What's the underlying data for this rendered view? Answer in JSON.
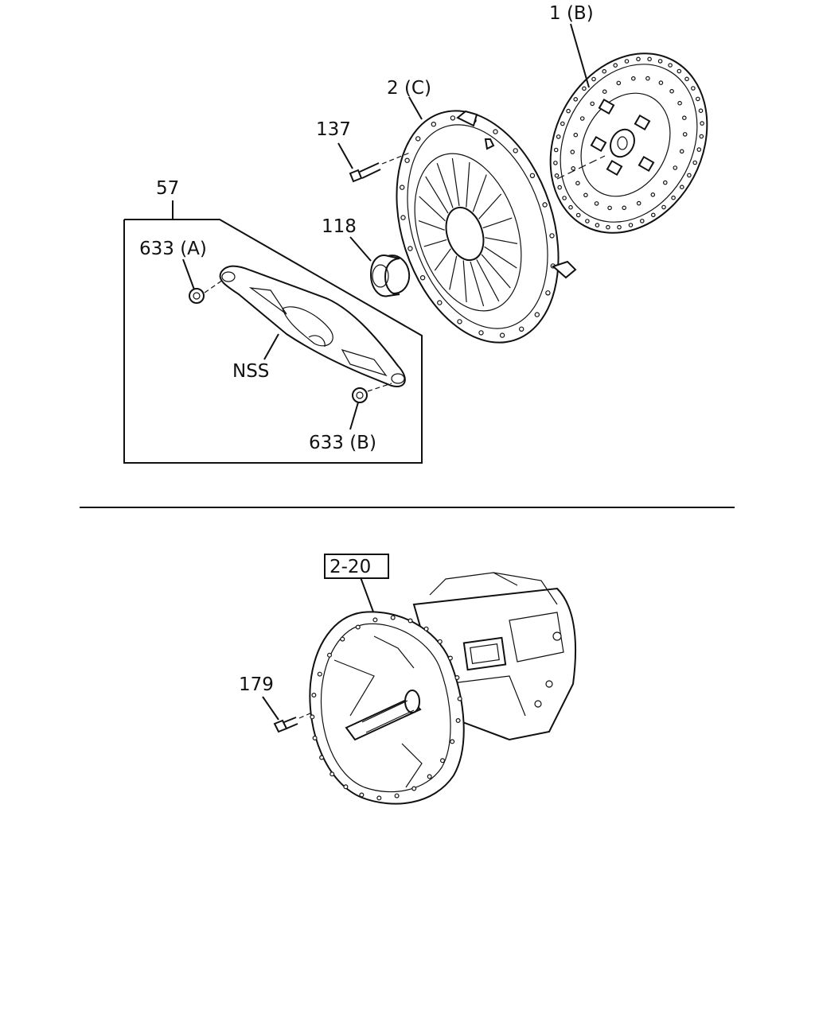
{
  "callouts": {
    "disc": "1 (B)",
    "cover": "2 (C)",
    "bolt": "137",
    "bearing": "118",
    "fork_group": "57",
    "bush_a": "633 (A)",
    "bush_b": "633 (B)",
    "fork": "NSS",
    "transmission_ref": "2-20",
    "bolt_lower": "179"
  },
  "colors": {
    "ink": "#111111",
    "paper": "#ffffff"
  }
}
